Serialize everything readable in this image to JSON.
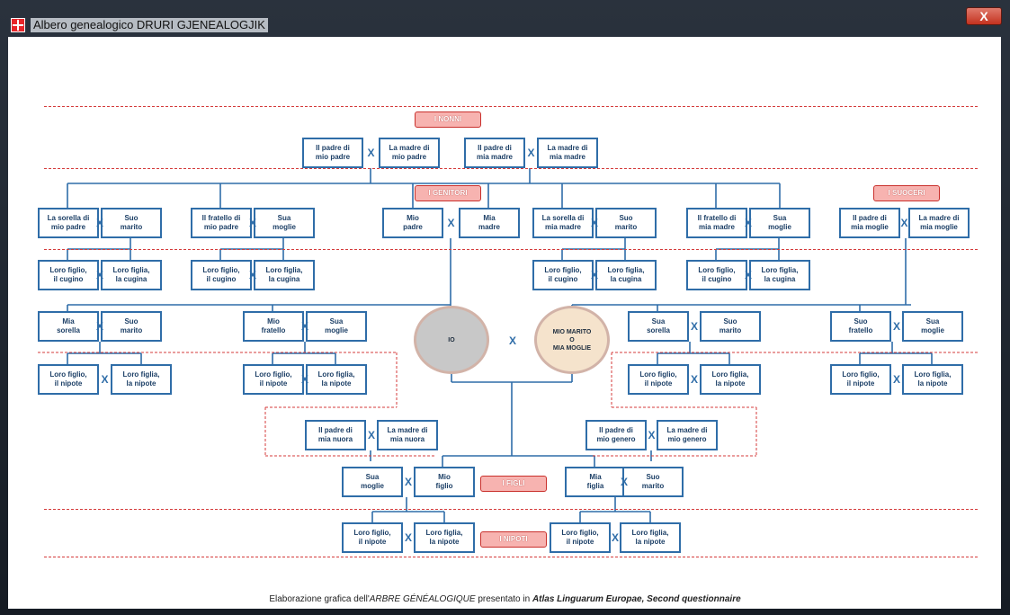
{
  "window": {
    "title": "Albero genealogico DRURI GJENEALOGJIK",
    "close_label": "X"
  },
  "labels": {
    "nonni": "I NONNI",
    "genitori": "I GENITORI",
    "suoceri": "I SUOCERI",
    "figli": "I FIGLI",
    "nipoti": "I NIPOTI"
  },
  "center": {
    "io": "IO",
    "spouse": "MIO MARITO\nO\nMIA MOGLIE"
  },
  "x_mark": "X",
  "caption": {
    "pre": "Elaborazione grafica dell'",
    "title": "ARBRE GÉNÉALOGIQUE",
    "mid": " presentato in ",
    "source": "Atlas Linguarum Europae, Second questionnaire"
  },
  "nonni": [
    "Il padre di\nmio padre",
    "La madre di\nmio padre",
    "Il padre di\nmia madre",
    "La madre di\nmia madre"
  ],
  "genitori_row": [
    "La sorella di\nmio padre",
    "Suo\nmarito",
    "Il fratello di\nmio padre",
    "Sua\nmoglie",
    "Mio\npadre",
    "Mia\nmadre",
    "La sorella di\nmia madre",
    "Suo\nmarito",
    "Il fratello di\nmia madre",
    "Sua\nmoglie",
    "Il padre di\nmia moglie",
    "La madre di\nmia moglie"
  ],
  "cugini_row": [
    "Loro figlio,\nil cugino",
    "Loro figlia,\nla cugina",
    "Loro figlio,\nil cugino",
    "Loro figlia,\nla cugina",
    "Loro figlio,\nil cugino",
    "Loro figlia,\nla cugina",
    "Loro figlio,\nil cugino",
    "Loro figlia,\nla cugina"
  ],
  "fratelli_row": [
    "Mia\nsorella",
    "Suo\nmarito",
    "Mio\nfratello",
    "Sua\nmoglie",
    "Sua\nsorella",
    "Suo\nmarito",
    "Suo\nfratello",
    "Sua\nmoglie"
  ],
  "nipoti_row": [
    "Loro figlio,\nil nipote",
    "Loro figlia,\nla nipote",
    "Loro figlio,\nil nipote",
    "Loro figlia,\nla nipote",
    "Loro figlio,\nil nipote",
    "Loro figlia,\nla nipote",
    "Loro figlio,\nil nipote",
    "Loro figlia,\nla nipote"
  ],
  "consuoceri_row": [
    "Il padre di\nmia nuora",
    "La madre di\nmia nuora",
    "Il padre di\nmio genero",
    "La madre di\nmio genero"
  ],
  "figli_row": [
    "Sua\nmoglie",
    "Mio\nfiglio",
    "Mia\nfiglia",
    "Suo\nmarito"
  ],
  "nipotini_row": [
    "Loro figlio,\nil nipote",
    "Loro figlia,\nla nipote",
    "Loro figlio,\nil nipote",
    "Loro figlia,\nla nipote"
  ]
}
